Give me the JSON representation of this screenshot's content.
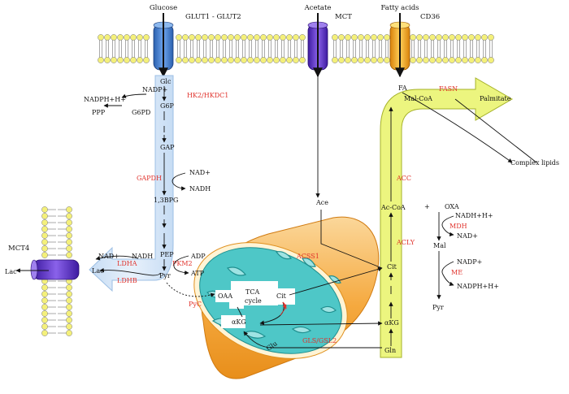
{
  "transporters": {
    "glucose": "Glucose",
    "glut": "GLUT1 - GLUT2",
    "acetate": "Acetate",
    "mct": "MCT",
    "fatty_acids": "Fatty acids",
    "cd36": "CD36",
    "mct4": "MCT4"
  },
  "glycolysis": {
    "glc": "Glc",
    "nadp": "NADP+",
    "nadph": "NADPH+H+",
    "ppp": "PPP",
    "g6pd": "G6PD",
    "g6p": "G6P",
    "hk": "HK2/HKDC1",
    "gap": "GAP",
    "gapdh": "GAPDH",
    "nad": "NAD+",
    "nadh": "NADH",
    "bpg": "1,3BPG",
    "pep": "PEP",
    "adp": "ADP",
    "atp": "ATP",
    "pkm2": "PKM2",
    "pyr": "Pyr"
  },
  "lactate": {
    "nad": "NAD+",
    "nadh": "NADH",
    "ldha": "LDHA",
    "ldhb": "LDHB",
    "lac_in": "Lac",
    "lac_out": "Lac"
  },
  "mito": {
    "oaa": "OAA",
    "tca1": "TCA",
    "tca2": "cycle",
    "cit": "Cit",
    "akg": "αKG",
    "pyc": "PyC",
    "acss1": "ACSS1",
    "glu": "Glu",
    "gls": "GLS/GSL2"
  },
  "lipogenesis": {
    "fa": "FA",
    "complex": "Complex lipids",
    "ace": "Ace",
    "malcoa": "Mal-CoA",
    "fasn": "FASN",
    "palmitate": "Palmitate",
    "acc": "ACC",
    "accoa": "Ac-CoA",
    "acly": "ACLY",
    "cit": "Cit",
    "akg": "αKG",
    "gln": "Gln"
  },
  "malic": {
    "plus": "+",
    "oxa": "OXA",
    "nadh": "NADH+H+",
    "mdh": "MDH",
    "nad": "NAD+",
    "mal": "Mal",
    "nadp": "NADP+",
    "me": "ME",
    "nadph": "NADPH+H+",
    "pyr": "Pyr"
  },
  "colors": {
    "enzyme": "#e0312b",
    "glut": "#3f7fd0",
    "mct": "#5b2fc0",
    "cd36": "#f2a21b",
    "lipid_head": "#f4f07a",
    "glycolysis_arrow": "#d8e8f8",
    "lipogenesis_arrow": "#ecf57f",
    "mito_outer": "#f4a53a",
    "mito_matrix": "#4ec7c7"
  }
}
